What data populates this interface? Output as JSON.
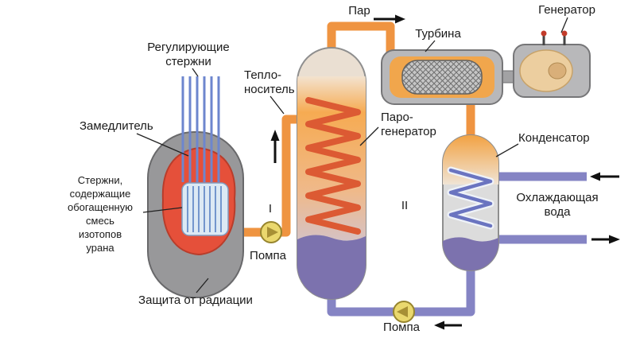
{
  "labels": {
    "steam": "Пар",
    "turbine": "Турбина",
    "generator": "Генератор",
    "control_rods": [
      "Регулирующие",
      "стержни"
    ],
    "coolant": [
      "Тепло-",
      "носитель"
    ],
    "moderator": "Замедлитель",
    "steam_generator": [
      "Паро-",
      "генератор"
    ],
    "condenser": "Конденсатор",
    "fuel_rods": [
      "Стержни,",
      "содержащие",
      "обогащенную",
      "смесь",
      "изотопов",
      "урана"
    ],
    "cooling_water": [
      "Охлаждающая",
      "вода"
    ],
    "radiation_shield": "Защита от радиации",
    "pump_primary": "Помпа",
    "pump_secondary": "Помпа",
    "loop_primary": "I",
    "loop_secondary": "II"
  },
  "colors": {
    "hot_pipe": "#ef9441",
    "cold_pipe": "#8584c4",
    "reactor_shell": "#98989a",
    "reactor_core": "#e5503a",
    "control_rod": "#6d86ce",
    "coil_hot": "#dc5a33",
    "coil_cold": "#6a74c0",
    "steam_zone": "#f4a94e",
    "water_zone": "#7c72ae",
    "pump_body": "#ead86e",
    "vessel_gray": "#b8b8ba",
    "label_text": "#1a1a1a"
  }
}
